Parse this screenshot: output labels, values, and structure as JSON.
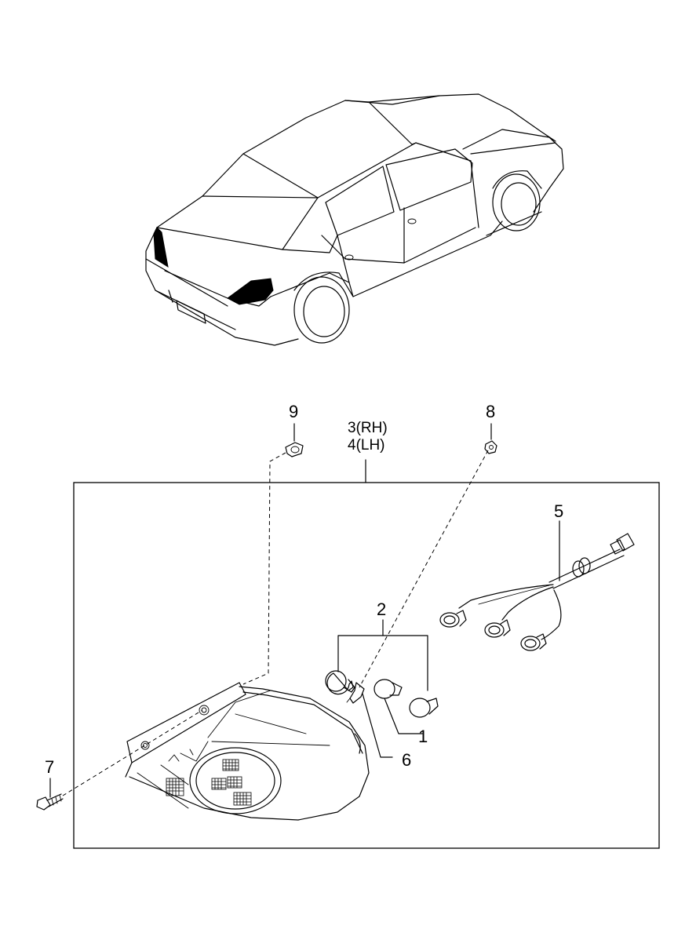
{
  "callouts": {
    "c1": "1",
    "c2": "2",
    "c3": "3(RH)",
    "c4": "4(LH)",
    "c5": "5",
    "c6": "6",
    "c7": "7",
    "c8": "8",
    "c9": "9"
  },
  "colors": {
    "ink": "#000000",
    "background": "#ffffff"
  }
}
